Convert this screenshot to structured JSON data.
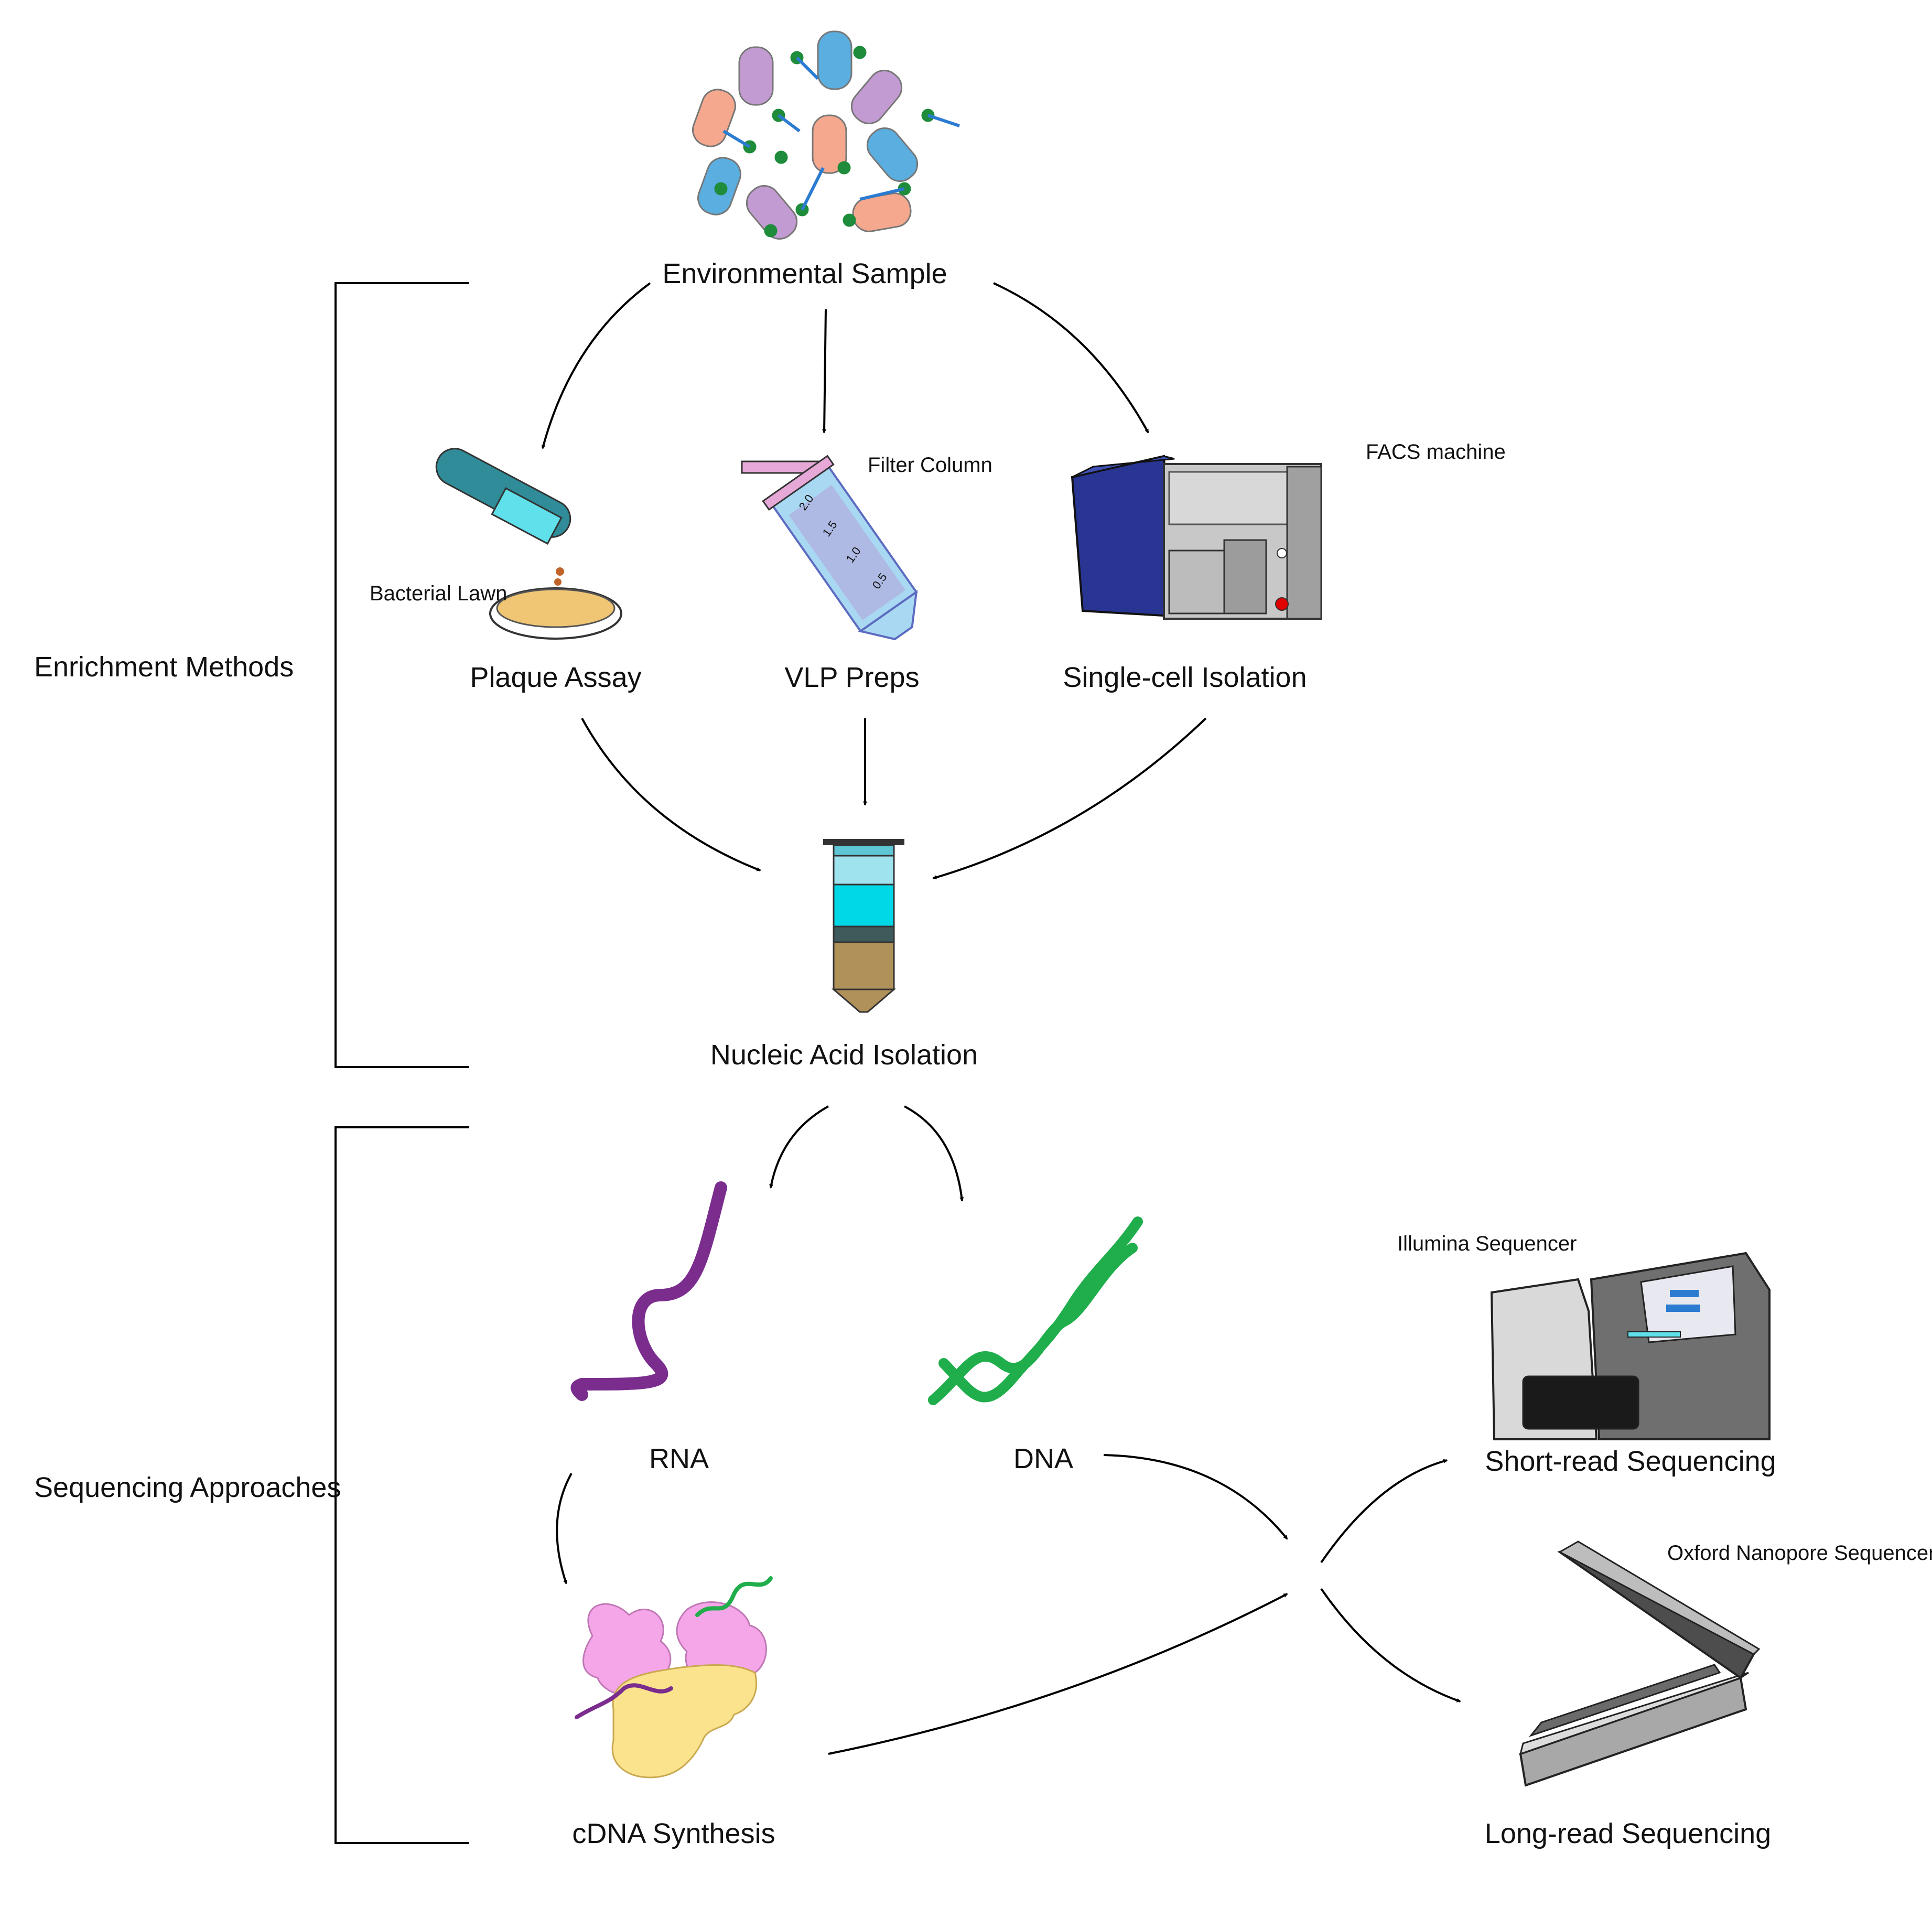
{
  "labels": {
    "environmental_sample": "Environmental Sample",
    "enrichment_methods": "Enrichment Methods",
    "sequencing_approaches": "Sequencing Approaches",
    "plaque_assay": "Plaque Assay",
    "bacterial_lawn": "Bacterial Lawn",
    "vlp_preps": "VLP Preps",
    "filter_column": "Filter Column",
    "single_cell_isolation": "Single-cell Isolation",
    "facs_machine": "FACS machine",
    "nucleic_acid_isolation": "Nucleic Acid Isolation",
    "rna": "RNA",
    "dna": "DNA",
    "cdna_synthesis": "cDNA Synthesis",
    "illumina_sequencer": "Illumina Sequencer",
    "short_read_sequencing": "Short-read Sequencing",
    "oxford_nanopore_sequencer": "Oxford Nanopore Sequencer",
    "long_read_sequencing": "Long-read Sequencing"
  },
  "tube_scale": [
    "2.0",
    "1.5",
    "1.0",
    "0.5"
  ],
  "colors": {
    "cell_blue": "#5aaee0",
    "cell_purple": "#c39bd3",
    "cell_salmon": "#f5a88e",
    "phage_green": "#1e8c3a",
    "phage_blue": "#2b7bd1",
    "rna_purple": "#7b2d8e",
    "dna_green": "#1fae4b",
    "facs_navy": "#283593",
    "protein_pink": "#f4a6e8",
    "protein_yellow": "#fbe38e",
    "agar_tan": "#f0c675"
  }
}
